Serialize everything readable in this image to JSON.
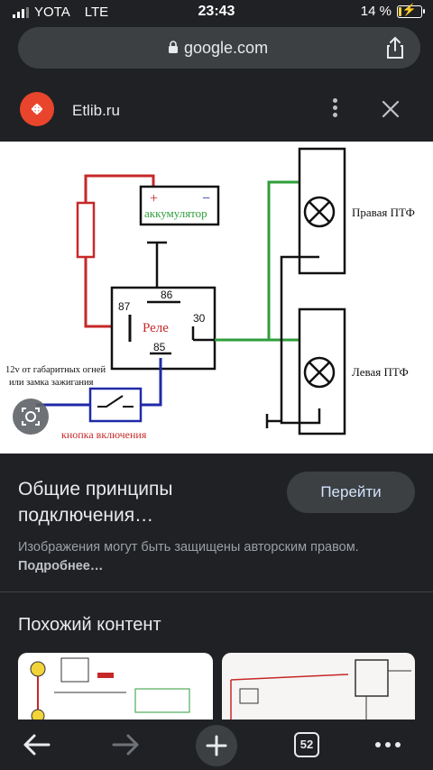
{
  "status": {
    "carrier": "YOTA",
    "network": "LTE",
    "time": "23:43",
    "battery": "14 %",
    "battery_level": 0.14
  },
  "browser": {
    "url": "google.com"
  },
  "header": {
    "site": "Etlib.ru"
  },
  "diagram": {
    "battery_label": "аккумулятор",
    "plus": "+",
    "minus": "−",
    "relay_label": "Реле",
    "pin_87": "87",
    "pin_86": "86",
    "pin_30": "30",
    "pin_85": "85",
    "right_lamp": "Правая ПТФ",
    "left_lamp": "Левая ПТФ",
    "source_line1": "12v от габаритных огней",
    "source_line2": "или замка зажигания",
    "button_label": "кнопка включения"
  },
  "result": {
    "title": "Общие принципы подключения…",
    "go_label": "Перейти",
    "copyright": "Изображения могут быть защищены авторским правом.",
    "more": "Подробнее…"
  },
  "similar": {
    "heading": "Похожий контент"
  },
  "toolbar": {
    "tabs": "52"
  },
  "colors": {
    "red_wire": "#c62828",
    "green_wire": "#2e9e3a",
    "blue_wire": "#1f2aa8",
    "accent": "#e8452c"
  }
}
